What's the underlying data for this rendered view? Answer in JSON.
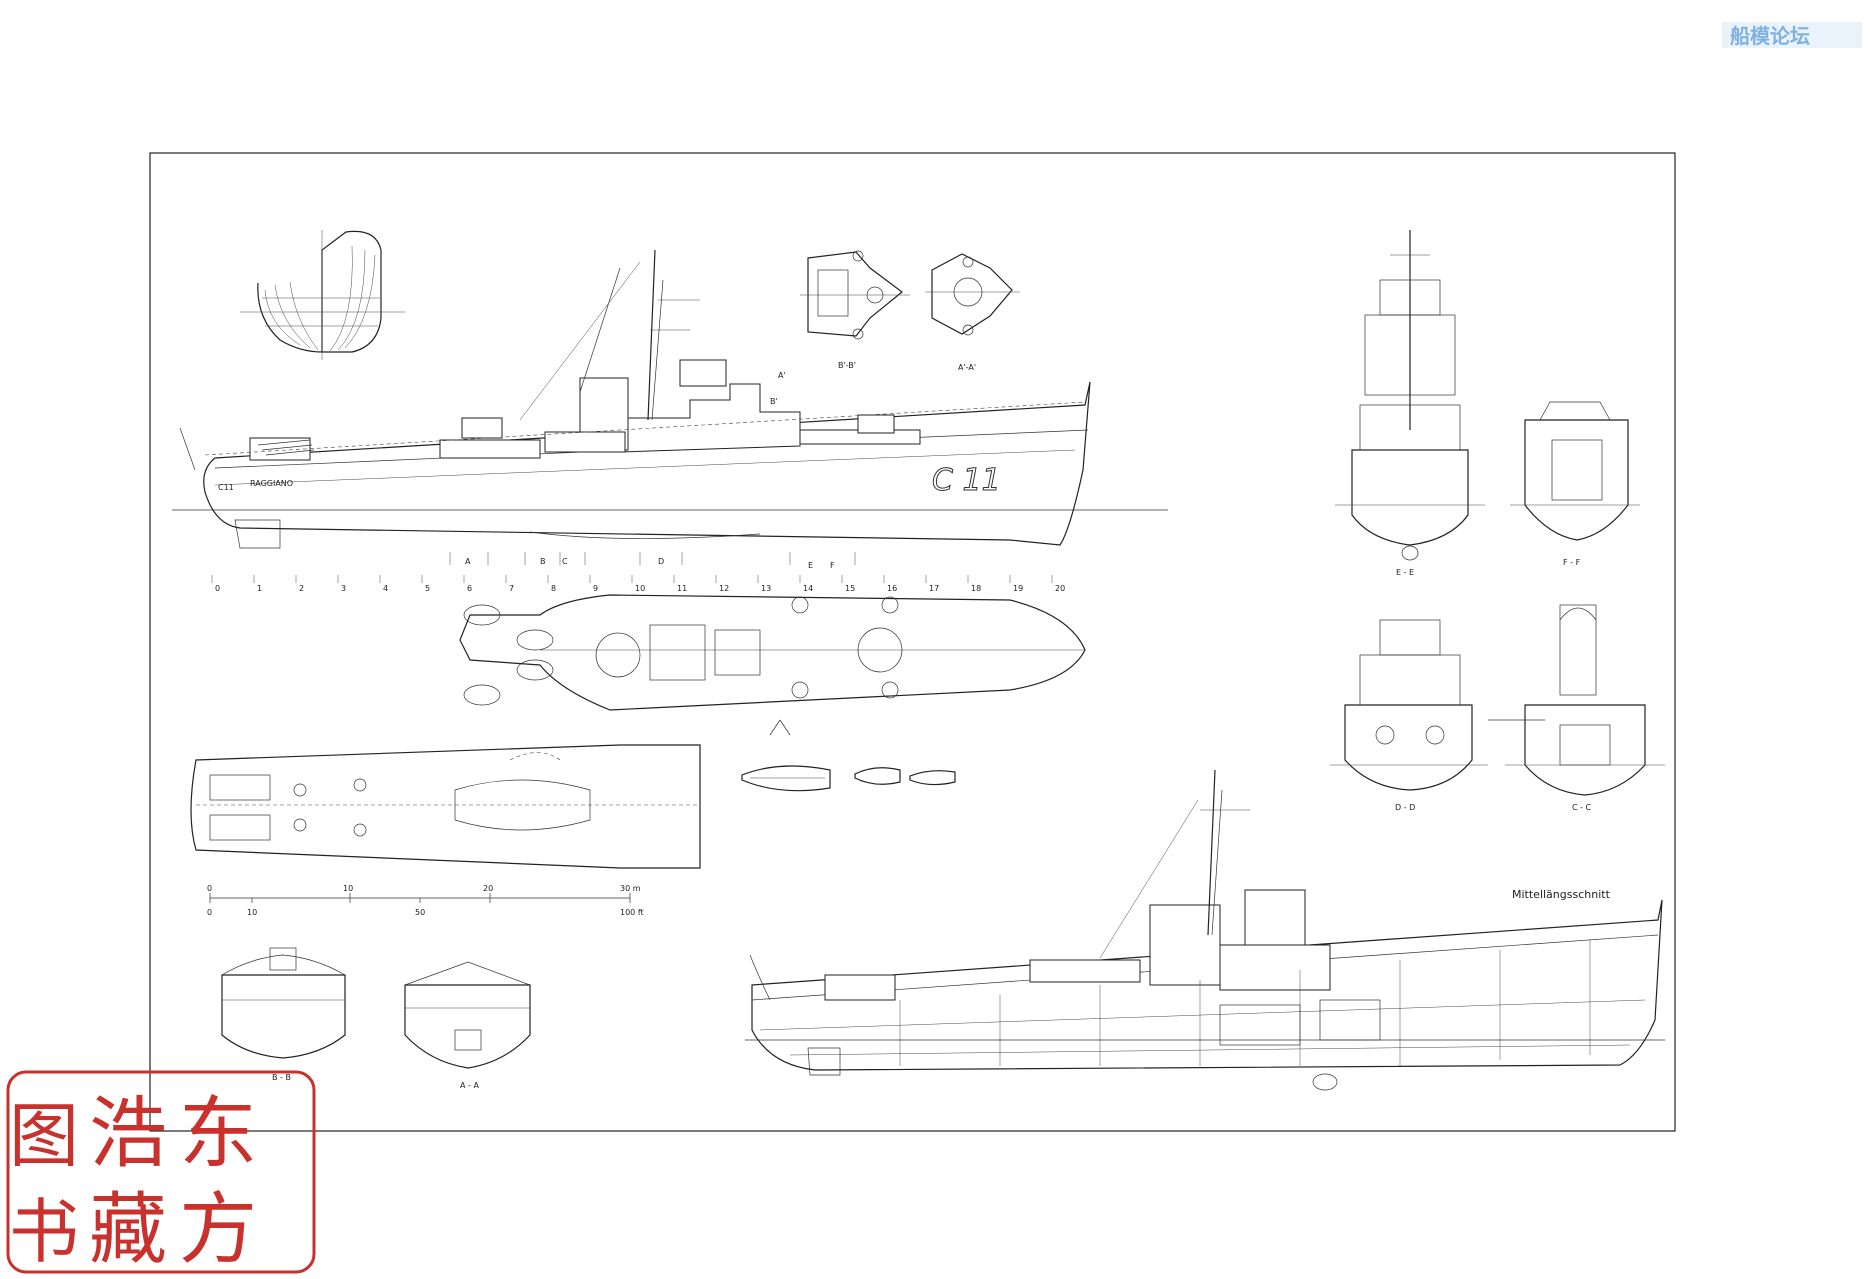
{
  "watermark": {
    "text": "船模论坛",
    "color": "#7fb2e0"
  },
  "hull": {
    "pennant": "C 11",
    "name_plate": "RAGGIANO",
    "bow_mark": "C11"
  },
  "sections": {
    "B_B_top": "B'-B'",
    "A_A_top": "A'-A'",
    "A_prime": "A'",
    "B_prime": "B'",
    "E_E": "E - E",
    "F_F": "F - F",
    "D_D": "D - D",
    "C_C": "C - C",
    "B_B": "B - B",
    "A_A": "A - A"
  },
  "section_marks": [
    "A",
    "B",
    "C",
    "D",
    "E",
    "F"
  ],
  "frame_numbers": [
    "0",
    "1",
    "2",
    "3",
    "4",
    "5",
    "6",
    "7",
    "8",
    "9",
    "10",
    "11",
    "12",
    "13",
    "14",
    "15",
    "16",
    "17",
    "18",
    "19",
    "20"
  ],
  "scale": {
    "metric_ticks": [
      "0",
      "10",
      "20",
      "30 m"
    ],
    "imperial_ticks": [
      "0",
      "10",
      "50",
      "100 ft"
    ]
  },
  "cutaway_title": "Mittellängsschnitt",
  "seal": {
    "chars": [
      "东",
      "方",
      "浩",
      "藏",
      "图",
      "书"
    ],
    "color": "#c8312c"
  }
}
